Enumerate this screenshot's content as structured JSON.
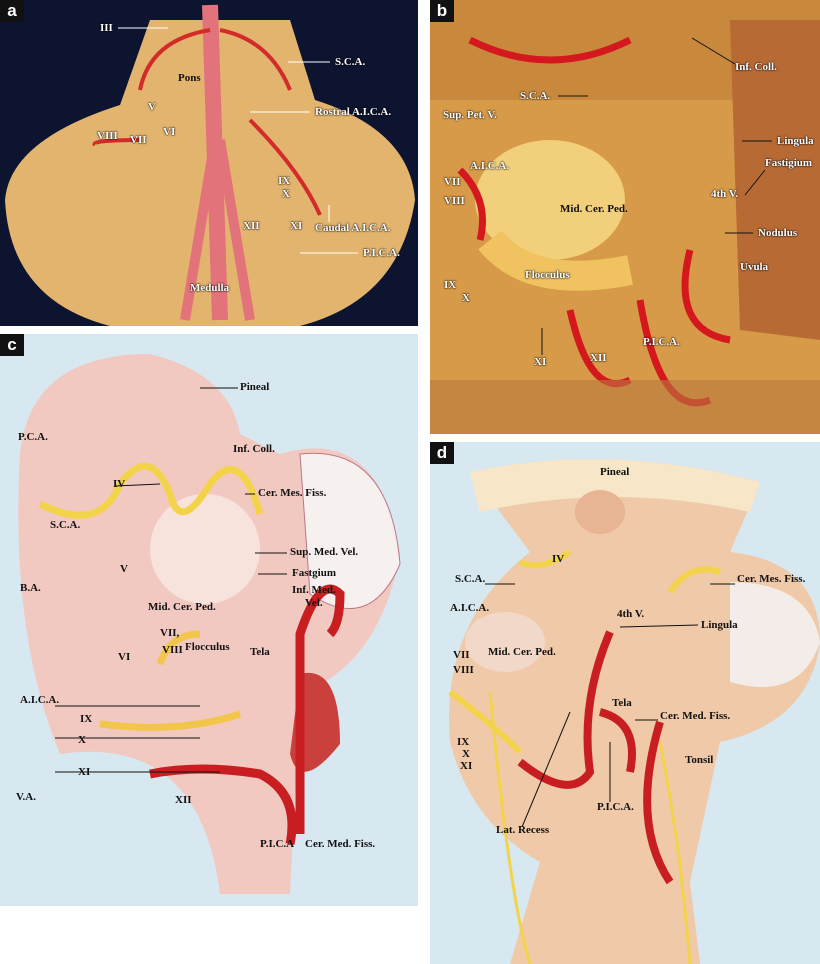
{
  "panels": {
    "a": {
      "letter": "a",
      "labels": [
        "III",
        "S.C.A.",
        "Pons",
        "Rostral A.I.C.A.",
        "V",
        "VIII",
        "VII",
        "VI",
        "IX",
        "X",
        "XII",
        "XI",
        "Caudal A.I.C.A.",
        "P.I.C.A.",
        "Medulla"
      ]
    },
    "b": {
      "letter": "b",
      "labels": [
        "Inf. Coll.",
        "S.C.A.",
        "Sup. Pet. V.",
        "Lingula",
        "Fastigium",
        "A.I.C.A.",
        "VII",
        "VIII",
        "4th V.",
        "Mid. Cer. Ped.",
        "Nodulus",
        "Uvula",
        "Flocculus",
        "IX",
        "X",
        "XI",
        "XII",
        "P.I.C.A."
      ]
    },
    "c": {
      "letter": "c",
      "labels": [
        "Pineal",
        "P.C.A.",
        "Inf. Coll.",
        "IV",
        "Cer. Mes. Fiss.",
        "S.C.A.",
        "Sup. Med. Vel.",
        "V",
        "Fastgium",
        "B.A.",
        "Inf. Med.",
        "Vel.",
        "Mid. Cer. Ped.",
        "VII,",
        "VIII",
        "VI",
        "Flocculus",
        "Tela",
        "A.I.C.A.",
        "IX",
        "X",
        "XI",
        "V.A.",
        "XII",
        "P.I.C.A",
        "Cer. Med. Fiss."
      ]
    },
    "d": {
      "letter": "d",
      "labels": [
        "Pineal",
        "IV",
        "S.C.A.",
        "Cer. Mes. Fiss.",
        "A.I.C.A.",
        "4th V.",
        "Lingula",
        "VII",
        "Mid. Cer. Ped.",
        "VIII",
        "Tela",
        "Cer. Med. Fiss.",
        "IX",
        "X",
        "XI",
        "Tonsil",
        "P.I.C.A.",
        "Lat. Recess"
      ]
    }
  },
  "colors": {
    "photo_tissue": "#e8b36a",
    "artery": "#d8262a",
    "nerve_yellow": "#f2d34a",
    "illustration_bg": "#d8e8f0"
  }
}
